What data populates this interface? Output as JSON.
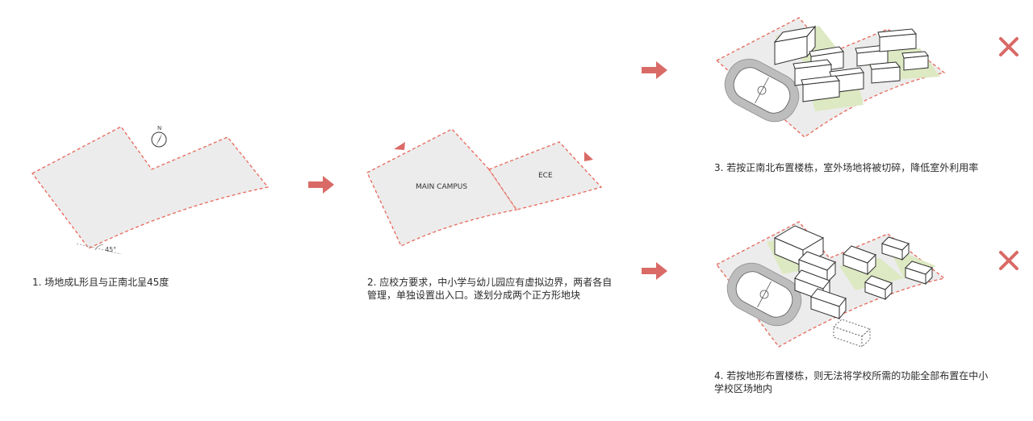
{
  "steps": [
    {
      "caption": "1. 场地成L形且与正南北呈45度"
    },
    {
      "caption": "2. 应校方要求，中小学与幼儿园应有虚拟边界，两者各自管理，单独设置出入口。遂划分成两个正方形地块"
    },
    {
      "caption": "3. 若按正南北布置楼栋，室外场地将被切碎，降低室外利用率"
    },
    {
      "caption": "4. 若按地形布置楼栋，则无法将学校所需的功能全部布置在中小学校区场地内"
    }
  ],
  "labels": {
    "north": "N",
    "angle": "45°",
    "main_campus": "MAIN CAMPUS",
    "ece": "ECE"
  },
  "icons": {
    "arrow": "arrow-right-icon",
    "cross": "cross-icon",
    "compass": "compass-icon"
  },
  "colors": {
    "accent": "#d96a66",
    "site_fill": "#ececec",
    "site_border": "#e8675a",
    "green": "#dde9c2"
  }
}
